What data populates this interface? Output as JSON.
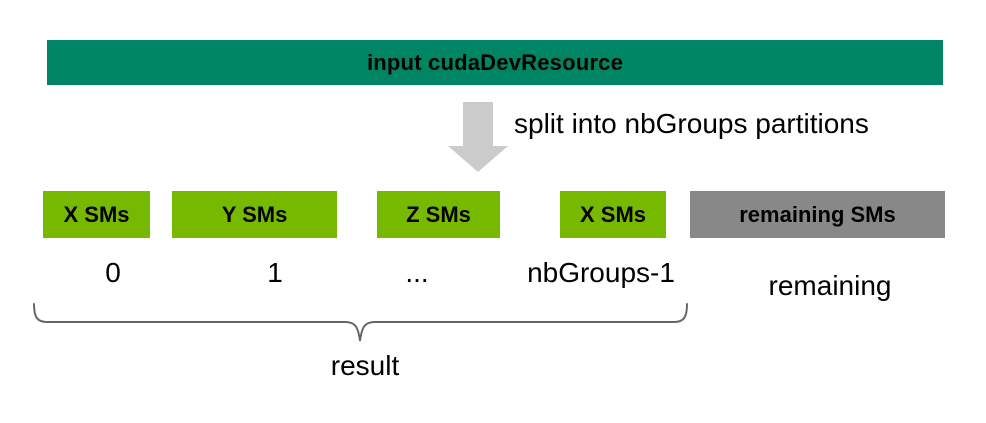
{
  "colors": {
    "banner_bg": "#008564",
    "partition_green": "#76B900",
    "remaining_gray": "#888888",
    "arrow_gray": "#CBCBCB",
    "brace_stroke": "#666666",
    "text": "#000000"
  },
  "banner": {
    "label": "input cudaDevResource"
  },
  "arrow": {
    "icon": "down-arrow",
    "label": "split into nbGroups partitions"
  },
  "partitions": [
    {
      "label": "X SMs",
      "index_label": "0",
      "type": "group"
    },
    {
      "label": "Y SMs",
      "index_label": "1",
      "type": "group"
    },
    {
      "label": "Z SMs",
      "index_label": "...",
      "type": "group"
    },
    {
      "label": "X SMs",
      "index_label": "nbGroups-1",
      "type": "group"
    },
    {
      "label": "remaining SMs",
      "index_label": "remaining",
      "type": "remaining"
    }
  ],
  "brace": {
    "label": "result"
  }
}
